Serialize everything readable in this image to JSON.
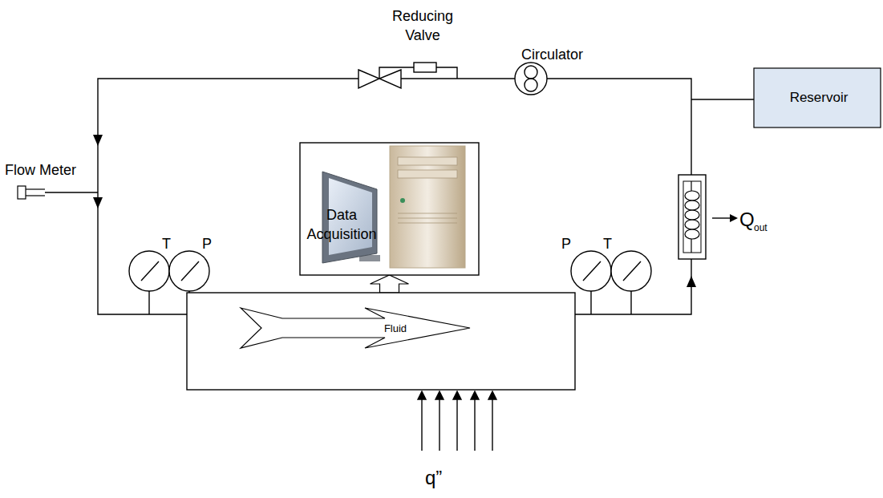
{
  "diagram": {
    "nodes": [
      {
        "text": [
          "Reservoir"
        ]
      },
      {
        "text": [
          "Data Acquisition"
        ]
      },
      {
        "text": [
          "Fluid"
        ]
      }
    ],
    "edges": [
      {
        "from": 2,
        "to": 1,
        "arrow": "to"
      }
    ],
    "labels": [
      "Reducing Valve",
      "Circulator",
      "Q",
      "out",
      "Flow Meter",
      "T",
      "P",
      "P",
      "T",
      "q”"
    ]
  }
}
